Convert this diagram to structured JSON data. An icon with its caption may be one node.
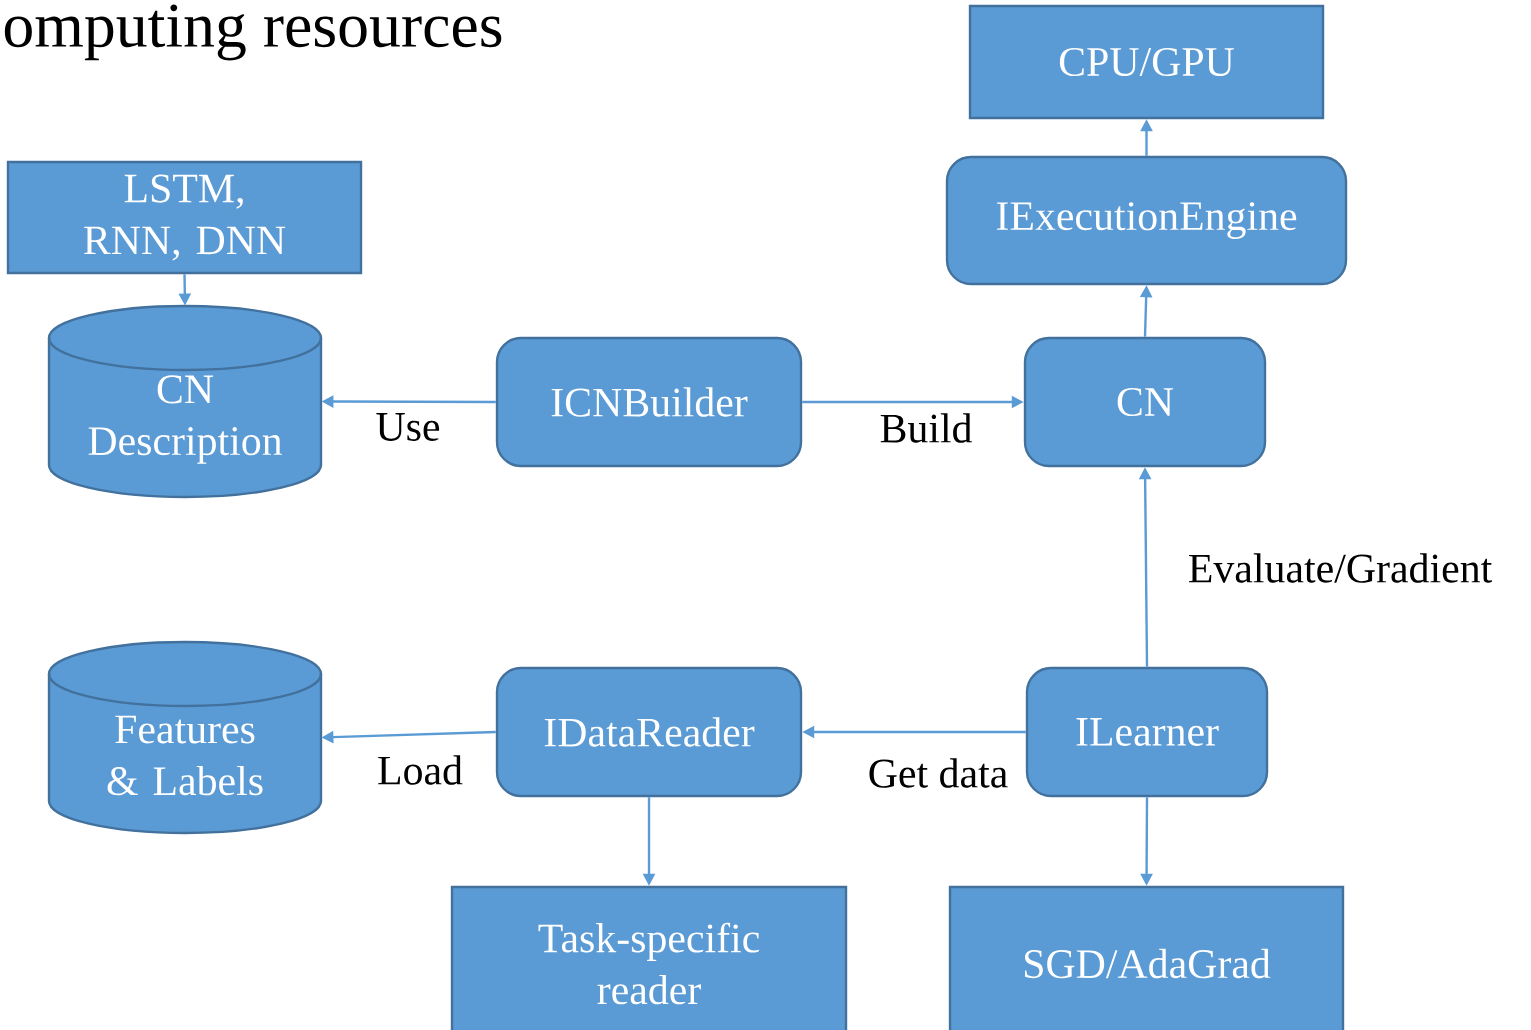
{
  "diagram": {
    "title": "omputing resources",
    "nodes": [
      {
        "text": [
          "CPU/GPU"
        ]
      },
      {
        "text": [
          "IExecutionEngine"
        ]
      },
      {
        "text": [
          "LSTM, RNN, DNN"
        ]
      },
      {
        "text": [
          "CN Description"
        ]
      },
      {
        "text": [
          "ICNBuilder"
        ]
      },
      {
        "text": [
          "CN"
        ]
      },
      {
        "text": [
          "Features & Labels"
        ]
      },
      {
        "text": [
          "IDataReader"
        ]
      },
      {
        "text": [
          "ILearner"
        ]
      },
      {
        "text": [
          "Task-specific reader"
        ]
      },
      {
        "text": [
          "SGD/AdaGrad"
        ]
      }
    ],
    "edges": [
      {
        "from": 2,
        "to": 3,
        "arrow": "to"
      },
      {
        "from": 4,
        "to": 3,
        "arrow": "to",
        "label": "Use"
      },
      {
        "from": 4,
        "to": 5,
        "arrow": "to",
        "label": "Build"
      },
      {
        "from": 5,
        "to": 1,
        "arrow": "to"
      },
      {
        "from": 1,
        "to": 0,
        "arrow": "to"
      },
      {
        "from": 8,
        "to": 5,
        "arrow": "to",
        "label": "Evaluate/Gradient"
      },
      {
        "from": 8,
        "to": 7,
        "arrow": "to",
        "label": "Get data"
      },
      {
        "from": 7,
        "to": 6,
        "arrow": "to",
        "label": "Load"
      },
      {
        "from": 7,
        "to": 9,
        "arrow": "to"
      },
      {
        "from": 8,
        "to": 10,
        "arrow": "to"
      }
    ]
  }
}
